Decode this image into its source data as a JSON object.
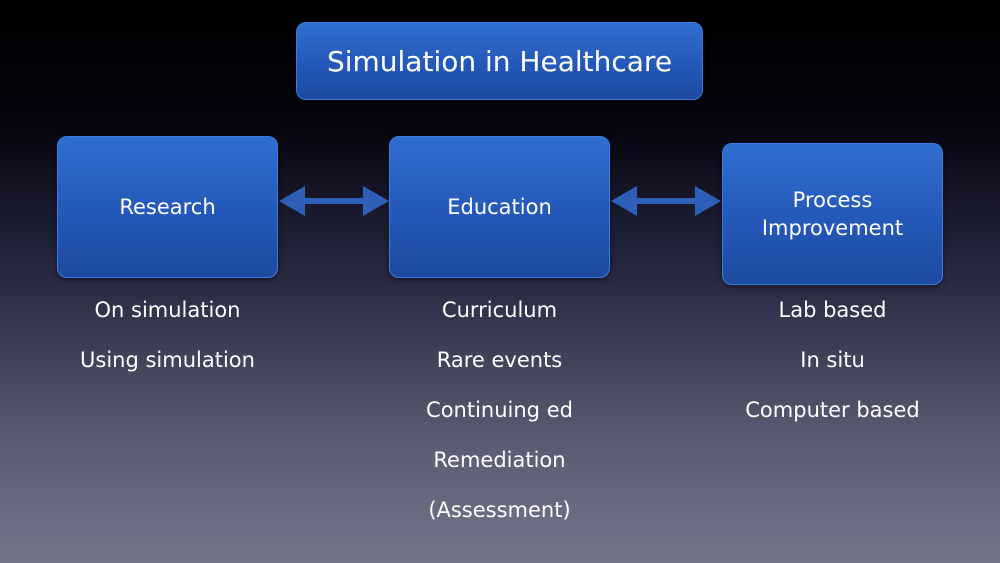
{
  "title": "Simulation in Healthcare",
  "categories": [
    {
      "label": "Research",
      "items": [
        "On simulation",
        "Using simulation"
      ]
    },
    {
      "label": "Education",
      "items": [
        "Curriculum",
        "Rare events",
        "Continuing ed",
        "Remediation",
        "(Assessment)"
      ]
    },
    {
      "label": "Process Improvement",
      "items": [
        "Lab based",
        "In situ",
        "Computer based"
      ]
    }
  ],
  "colors": {
    "box_fill": "#2458b8",
    "arrow": "#2d5fb8",
    "text": "#ffffff"
  }
}
